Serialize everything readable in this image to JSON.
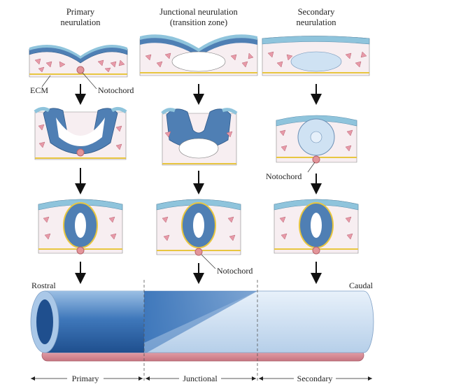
{
  "columns": [
    {
      "title_line1": "Primary",
      "title_line2": "neurulation"
    },
    {
      "title_line1": "Junctional neurulation",
      "title_line2": "(transition zone)"
    },
    {
      "title_line1": "Secondary",
      "title_line2": "neurulation"
    }
  ],
  "labels": {
    "ecm": "ECM",
    "notochord_primary": "Notochord",
    "notochord_secondary": "Notochord",
    "notochord_junctional": "Notochord",
    "rostral": "Rostral",
    "caudal": "Caudal"
  },
  "zones": {
    "primary": "Primary",
    "junctional": "Junctional",
    "secondary": "Secondary"
  },
  "colors": {
    "ectoderm": "#8fc4dc",
    "neural": "#4f7fb4",
    "mesenchyme": "#e79aa8",
    "ecm": "#e8c640",
    "notochord": "#e3959a",
    "tube_light": "#cfe2f3",
    "tube_dark": "#2e64a8",
    "rod": "#d98a94"
  }
}
